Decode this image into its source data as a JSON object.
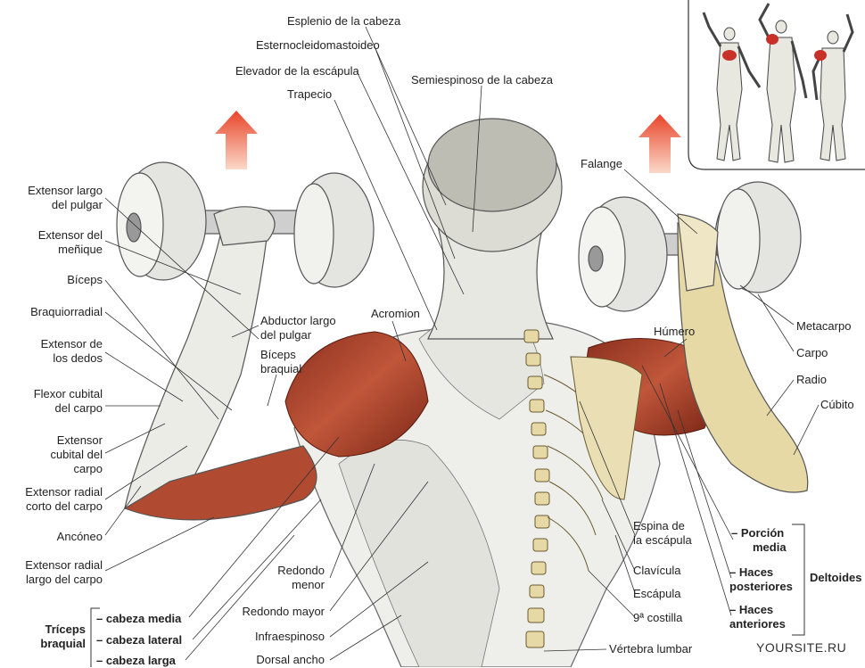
{
  "labels": {
    "esplenio": "Esplenio de la cabeza",
    "esternocleido": "Esternocleidomastoideo",
    "elevador": "Elevador de la escápula",
    "semiespinoso": "Semiespinoso de la cabeza",
    "trapecio": "Trapecio",
    "falange": "Falange",
    "ext_largo_pulgar": [
      "Extensor largo",
      "del pulgar"
    ],
    "ext_menique": [
      "Extensor del",
      "meñique"
    ],
    "biceps": "Bíceps",
    "braquiorradial": "Braquiorradial",
    "ext_dedos": [
      "Extensor de",
      "los dedos"
    ],
    "flexor_cubital": [
      "Flexor cubital",
      "del carpo"
    ],
    "ext_cubital": [
      "Extensor",
      "cubital del",
      "carpo"
    ],
    "ext_radial_corto": [
      "Extensor radial",
      "corto del carpo"
    ],
    "anconeo": "Ancóneo",
    "ext_radial_largo": [
      "Extensor radial",
      "largo del carpo"
    ],
    "abductor": [
      "Abductor largo",
      "del pulgar"
    ],
    "biceps_braquial": [
      "Bíceps",
      "braquial"
    ],
    "acromion": "Acromion",
    "humero": "Húmero",
    "metacarpo": "Metacarpo",
    "carpo": "Carpo",
    "radio": "Radio",
    "cubito": "Cúbito",
    "espina": [
      "Espina de",
      "la escápula"
    ],
    "clavicula": "Clavícula",
    "escapula": "Escápula",
    "costilla": "9ª costilla",
    "vertebra": "Vértebra lumbar",
    "redondo_menor": [
      "Redondo",
      "menor"
    ],
    "redondo_mayor": "Redondo mayor",
    "infraespinoso": "Infraespinoso",
    "dorsal": "Dorsal ancho",
    "porcion_media": [
      "– Porción",
      "media"
    ],
    "haces_post": [
      "– Haces",
      "posteriores"
    ],
    "haces_ant": [
      "– Haces",
      "anteriores"
    ],
    "deltoides": "Deltoides",
    "triceps": [
      "Tríceps",
      "braquial"
    ],
    "cabeza_media": "– cabeza media",
    "cabeza_lateral": "– cabeza lateral",
    "cabeza_larga": "– cabeza larga"
  },
  "watermark": "YOURSITE.RU",
  "colors": {
    "muscle": "#b5482f",
    "bone": "#e6d9a6",
    "arrow": "#e8452a",
    "skin": "#eeeeea"
  }
}
